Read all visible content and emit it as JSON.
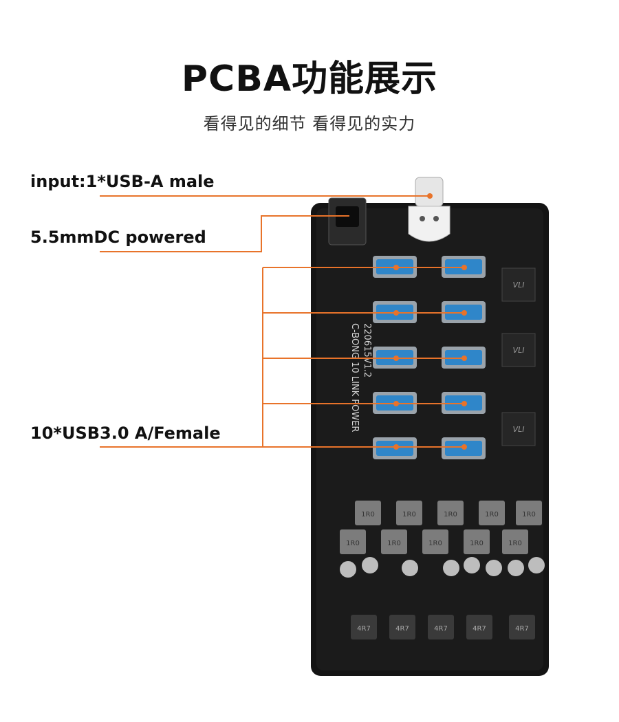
{
  "header": {
    "title": "PCBA功能展示",
    "subtitle": "看得见的细节   看得见的实力"
  },
  "callouts": {
    "input": "input:1*USB-A male",
    "power": "5.5mmDC powered",
    "ports": "10*USB3.0 A/Female"
  },
  "board": {
    "silkscreen_line1": "C-BONG 10 LINK POWER",
    "silkscreen_line2": "220615V1.2",
    "chip_mark": "VLI",
    "inductor_mark_a": "1R0",
    "inductor_mark_b": "4R7"
  },
  "colors": {
    "accent_line": "#e8732a",
    "pcb": "#141414",
    "usb_blue": "#2f86c9"
  }
}
